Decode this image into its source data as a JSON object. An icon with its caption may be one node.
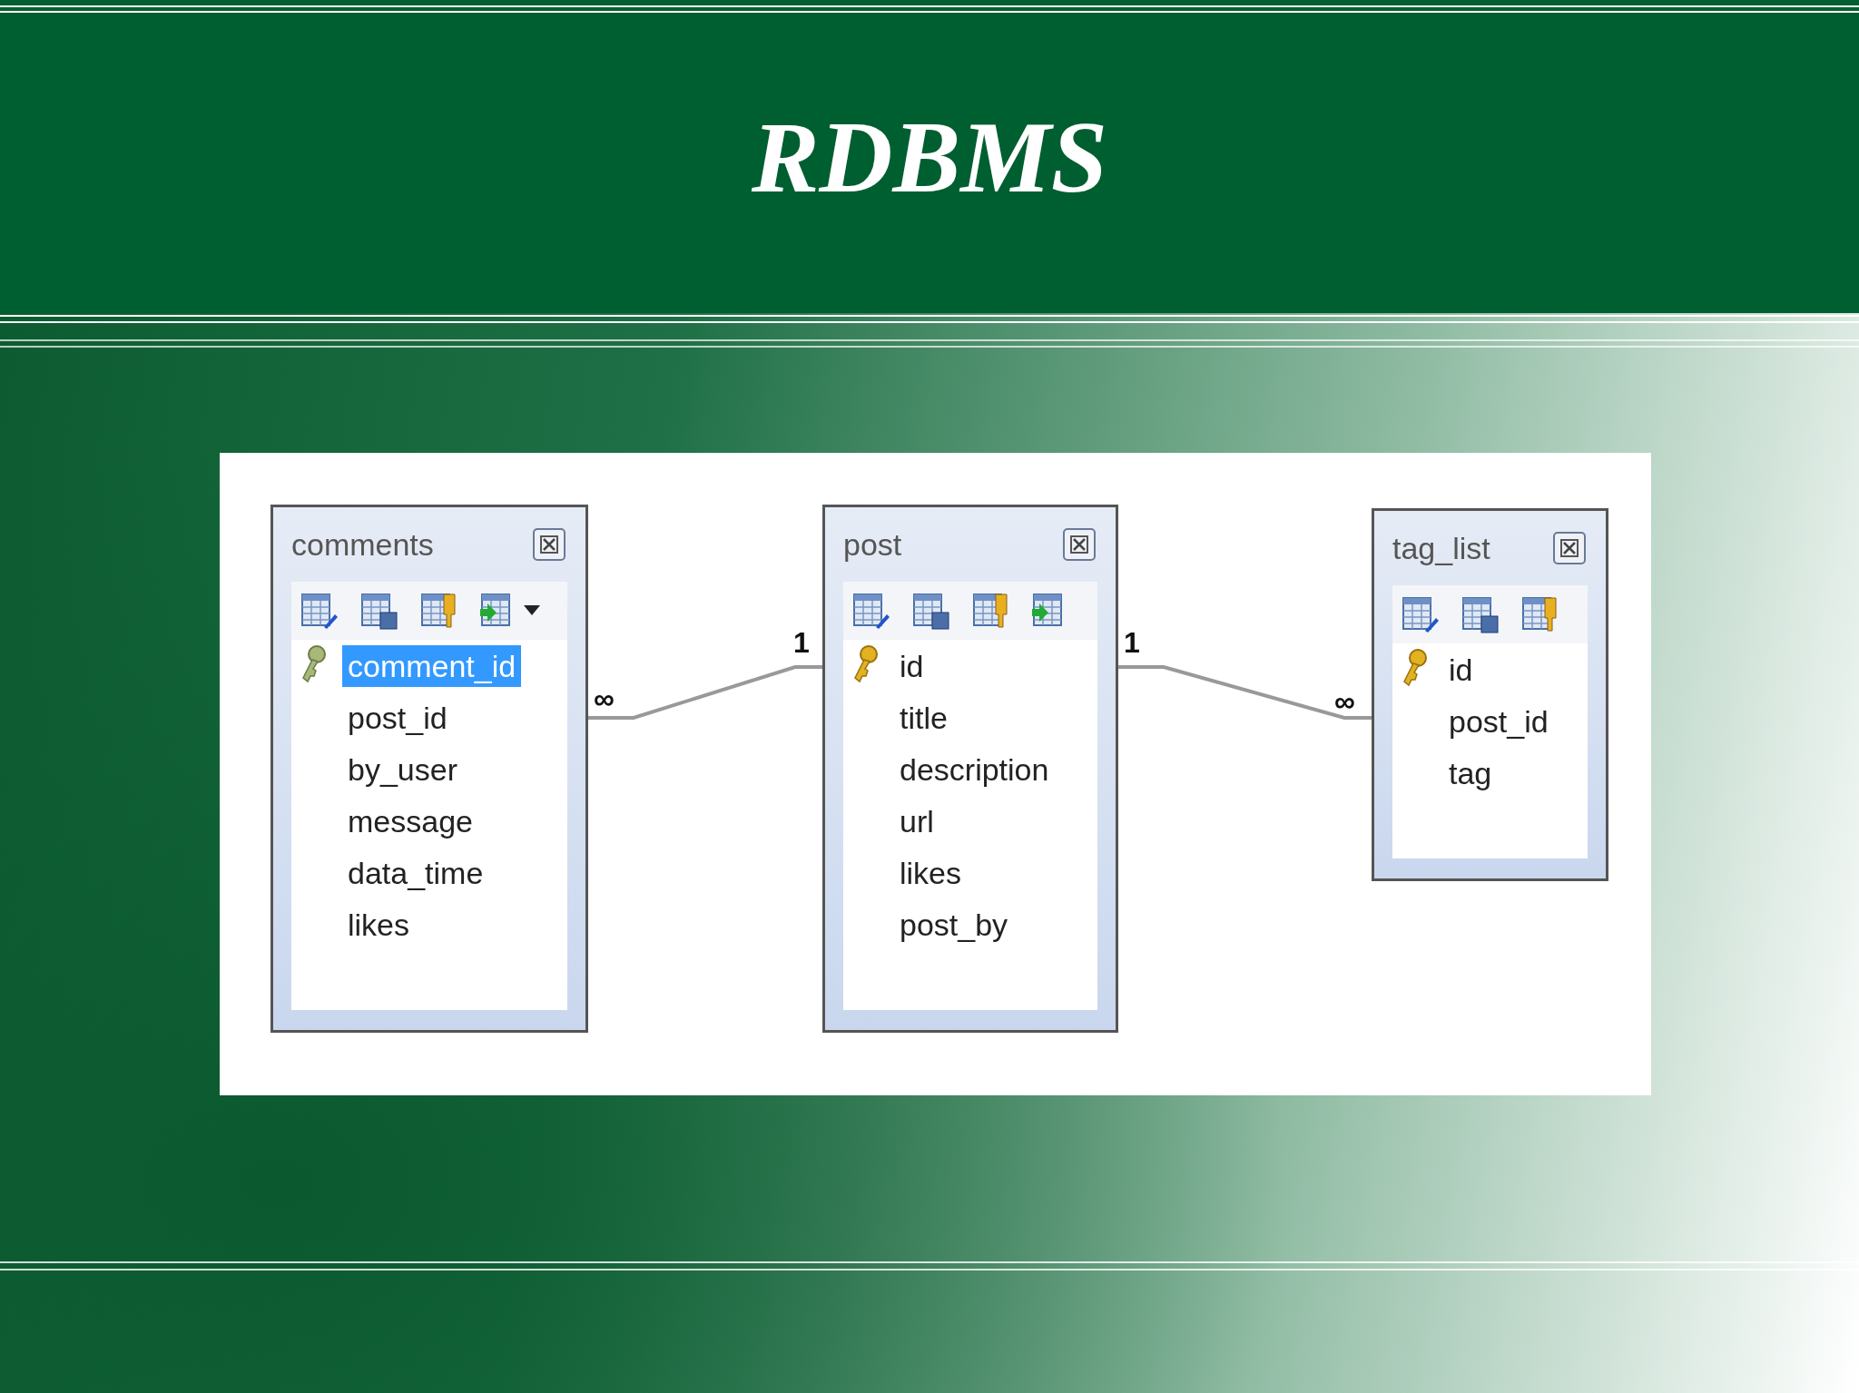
{
  "diagram": {
    "title": "RDBMS",
    "nodes": [
      {
        "text": [
          "comments",
          "comment_id",
          "post_id",
          "by_user",
          "message",
          "data_time",
          "likes"
        ]
      },
      {
        "text": [
          "post",
          "id",
          "title",
          "description",
          "url",
          "likes",
          "post_by"
        ]
      },
      {
        "text": [
          "tag_list",
          "id",
          "post_id",
          "tag"
        ]
      }
    ],
    "edges": [
      {
        "from": 0,
        "to": 1,
        "arrow": "none"
      },
      {
        "from": 1,
        "to": 2,
        "arrow": "none"
      }
    ],
    "labels": [
      "∞",
      "1",
      "1",
      "∞"
    ]
  }
}
